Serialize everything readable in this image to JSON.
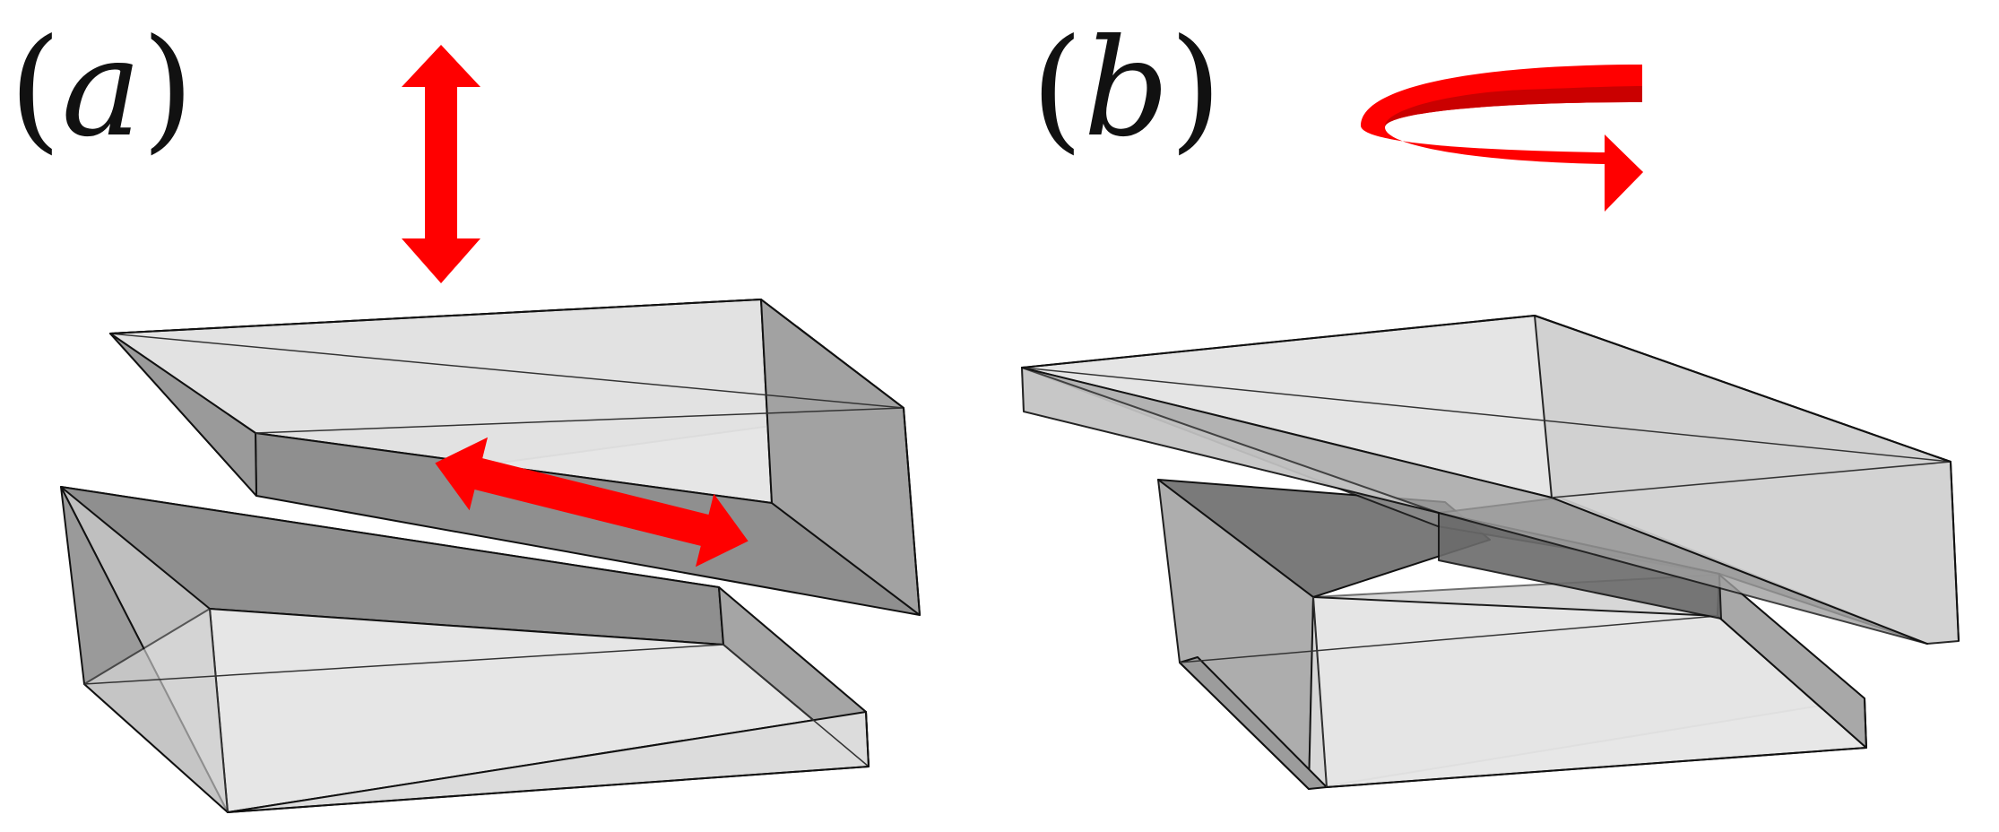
{
  "panels": [
    {
      "id": "a",
      "label_open": "(",
      "label_letter": "a",
      "label_close": ")"
    },
    {
      "id": "b",
      "label_open": "(",
      "label_letter": "b",
      "label_close": ")"
    }
  ],
  "colors": {
    "arrow_red": "#ff0000",
    "arrow_dark_red": "#c40000",
    "face_light": "#e4e4e4",
    "face_mid": "#a9a9a9",
    "face_dark": "#8a8a8a",
    "edge": "#111111"
  },
  "icons": {
    "vertical_arrow": "double-headed-vertical-arrow",
    "slide_arrow": "double-headed-diagonal-arrow",
    "rotation_arrow": "curved-rotation-arrow"
  }
}
